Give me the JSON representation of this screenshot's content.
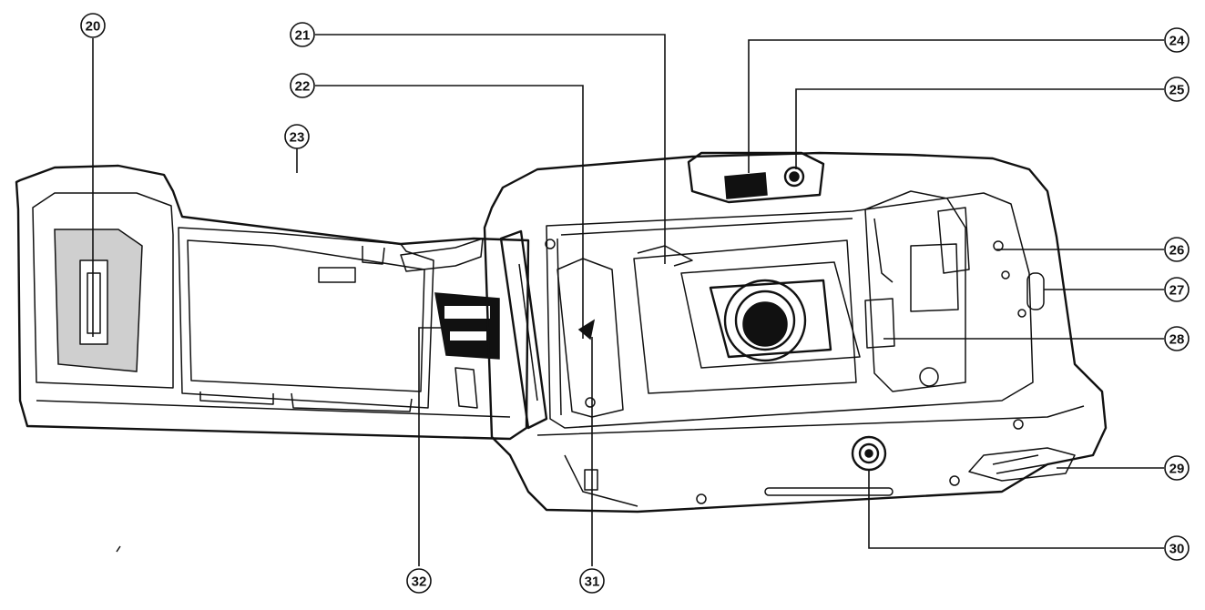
{
  "callouts": [
    {
      "id": "20",
      "label": "20"
    },
    {
      "id": "21",
      "label": "21"
    },
    {
      "id": "22",
      "label": "22"
    },
    {
      "id": "23",
      "label": "23"
    },
    {
      "id": "24",
      "label": "24"
    },
    {
      "id": "25",
      "label": "25"
    },
    {
      "id": "26",
      "label": "26"
    },
    {
      "id": "27",
      "label": "27"
    },
    {
      "id": "28",
      "label": "28"
    },
    {
      "id": "29",
      "label": "29"
    },
    {
      "id": "30",
      "label": "30"
    },
    {
      "id": "31",
      "label": "31"
    },
    {
      "id": "32",
      "label": "32"
    }
  ]
}
